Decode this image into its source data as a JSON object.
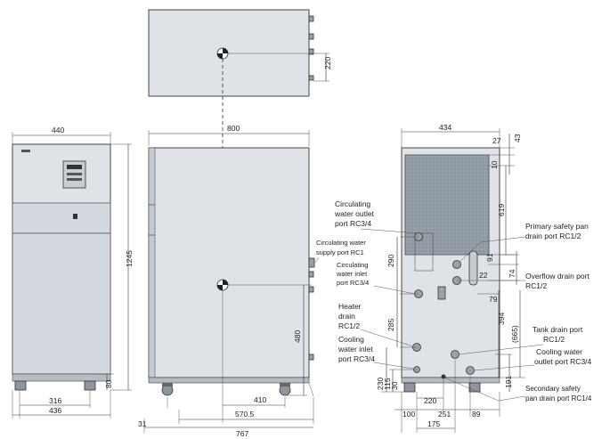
{
  "dimensions": {
    "top_220": "220",
    "front_width": "440",
    "front_height": "1245",
    "front_base": "80",
    "front_316": "316",
    "front_436": "436",
    "side_depth": "800",
    "side_480": "480",
    "side_410": "410",
    "side_5705": "570.5",
    "side_31": "31",
    "side_767": "767",
    "rear_width": "434",
    "rear_27": "27",
    "rear_43": "43",
    "rear_10": "10",
    "rear_91": "91",
    "rear_74": "74",
    "rear_22": "22",
    "rear_79": "79",
    "rear_619": "619",
    "rear_290": "290",
    "rear_285": "285",
    "rear_394": "394",
    "rear_665": "(665)",
    "rear_191": "191",
    "rear_230": "230",
    "rear_115": "115",
    "rear_30": "30",
    "rear_220": "220",
    "rear_100": "100",
    "rear_251": "251",
    "rear_89": "89",
    "rear_175": "175"
  },
  "labels": {
    "circ_outlet": [
      "Circulating",
      "water outlet",
      "port RC3/4"
    ],
    "circ_supply": [
      "Circulating water",
      "supply port RC1"
    ],
    "circ_inlet": [
      "Circulating",
      "water inlet",
      "port RC3/4"
    ],
    "heater_drain": [
      "Heater",
      "drain",
      "RC1/2"
    ],
    "cooling_inlet": [
      "Cooling",
      "water inlet",
      "port RC3/4"
    ],
    "primary_pan": [
      "Primary safety pan",
      "drain port RC1/2"
    ],
    "overflow": [
      "Overflow drain port",
      "RC1/2"
    ],
    "tank_drain": [
      "Tank drain port",
      "RC1/2"
    ],
    "cooling_outlet": [
      "Cooling water",
      "outlet port RC3/4"
    ],
    "secondary_pan": [
      "Secondary safety",
      "pan drain port RC1/4"
    ]
  }
}
